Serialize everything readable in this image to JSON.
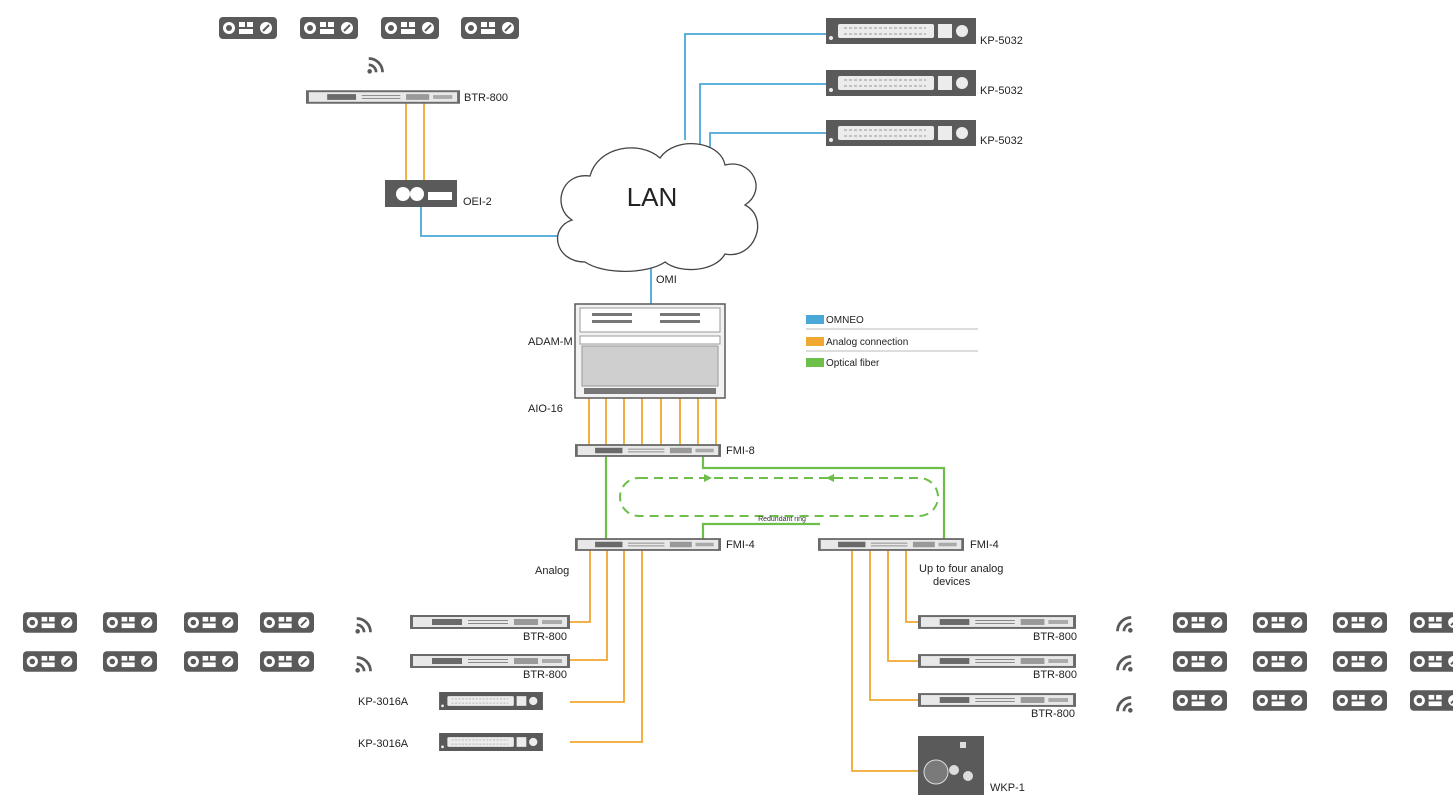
{
  "cloud_label": "LAN",
  "omi_label": "OMI",
  "ring_label": "Redundant ring",
  "colors": {
    "omneo": "#4aa8d8",
    "analog": "#f0a830",
    "fiber": "#6cc04a",
    "device": "#5a5a5a"
  },
  "legend": [
    {
      "label": "OMNEO",
      "color": "#4aa8d8"
    },
    {
      "label": "Analog connection",
      "color": "#f0a830"
    },
    {
      "label": "Optical fiber",
      "color": "#6cc04a"
    }
  ],
  "labels": {
    "btr_top": "BTR-800",
    "oei": "OEI-2",
    "kp5032_1": "KP-5032",
    "kp5032_2": "KP-5032",
    "kp5032_3": "KP-5032",
    "adam": "ADAM-M",
    "aio": "AIO-16",
    "fmi8": "FMI-8",
    "fmi4_left": "FMI-4",
    "fmi4_right": "FMI-4",
    "analog": "Analog",
    "upto_line1": "Up to four analog",
    "upto_line2": "devices",
    "btr_l1": "BTR-800",
    "btr_l2": "BTR-800",
    "kp3016_1": "KP-3016A",
    "kp3016_2": "KP-3016A",
    "btr_r1": "BTR-800",
    "btr_r2": "BTR-800",
    "btr_r3": "BTR-800",
    "wkp": "WKP-1"
  }
}
